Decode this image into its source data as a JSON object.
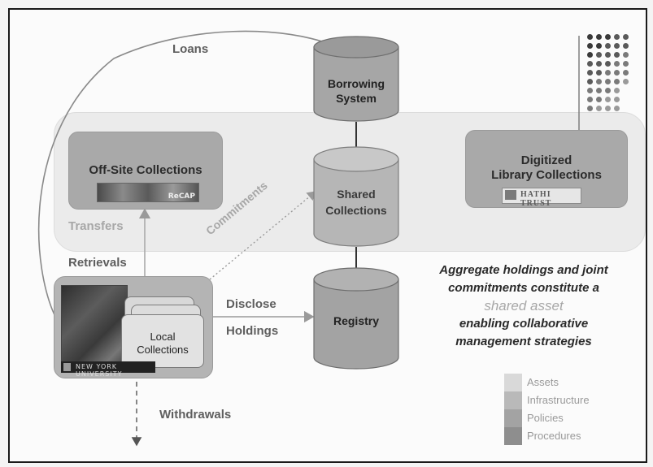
{
  "diagram": {
    "edges": {
      "loans": "Loans",
      "transfers": "Transfers",
      "retrievals": "Retrievals",
      "commitments": "Commitments",
      "disclose_1": "Disclose",
      "disclose_2": "Holdings",
      "withdrawals": "Withdrawals"
    },
    "nodes": {
      "offsite": {
        "title": "Off-Site Collections",
        "logo_text": "ReCAP"
      },
      "digitized": {
        "title_1": "Digitized",
        "title_2": "Library Collections",
        "logo_text": "HATHI TRUST"
      },
      "local": {
        "title_1": "Local",
        "title_2": "Collections",
        "logo_text": "NEW YORK UNIVERSITY"
      },
      "borrowing": {
        "title_1": "Borrowing",
        "title_2": "System"
      },
      "shared": {
        "title_1": "Shared",
        "title_2": "Collections"
      },
      "registry": {
        "title": "Registry"
      }
    },
    "caption": {
      "line_1": "Aggregate holdings and joint",
      "line_2": "commitments constitute a",
      "accent": "shared asset",
      "line_4": "enabling collaborative",
      "line_5": "management strategies"
    },
    "legend": [
      {
        "label": "Assets",
        "color": "#d9d9d9"
      },
      {
        "label": "Infrastructure",
        "color": "#b9b9b9"
      },
      {
        "label": "Policies",
        "color": "#a3a3a3"
      },
      {
        "label": "Procedures",
        "color": "#8e8e8e"
      }
    ]
  }
}
